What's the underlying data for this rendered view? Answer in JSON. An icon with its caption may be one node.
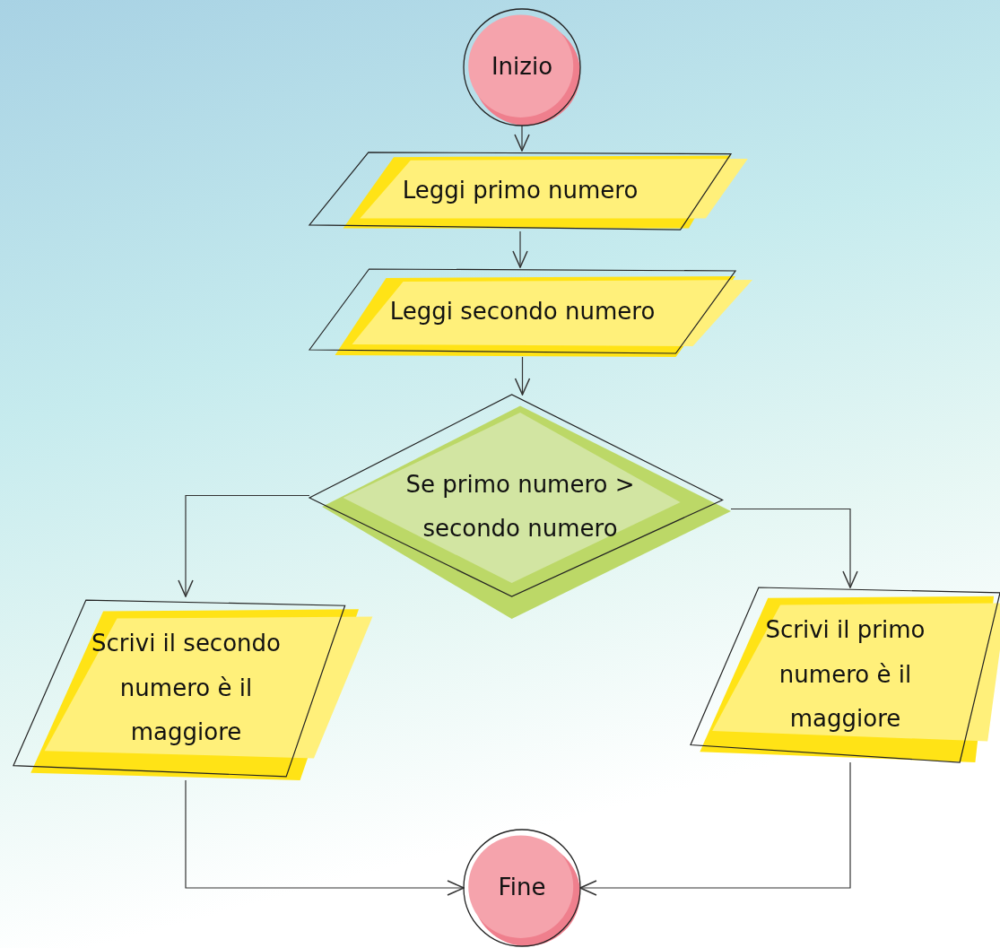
{
  "diagram": {
    "nodes": [
      {
        "text": [
          "Inizio"
        ]
      },
      {
        "text": [
          "Leggi primo numero"
        ]
      },
      {
        "text": [
          "Leggi secondo numero"
        ]
      },
      {
        "text": [
          "Se primo numero > secondo numero"
        ]
      },
      {
        "text": [
          "Scrivi il secondo numero è il maggiore"
        ]
      },
      {
        "text": [
          "Scrivi il primo numero è il maggiore"
        ]
      },
      {
        "text": [
          "Fine"
        ]
      }
    ],
    "edges": [
      {
        "from": 0,
        "to": 1,
        "arrow": "to"
      },
      {
        "from": 1,
        "to": 2,
        "arrow": "to"
      },
      {
        "from": 2,
        "to": 3,
        "arrow": "to"
      },
      {
        "from": 3,
        "to": 4,
        "arrow": "to"
      },
      {
        "from": 3,
        "to": 5,
        "arrow": "to"
      },
      {
        "from": 4,
        "to": 6,
        "arrow": "to"
      },
      {
        "from": 5,
        "to": 6,
        "arrow": "to"
      }
    ]
  }
}
